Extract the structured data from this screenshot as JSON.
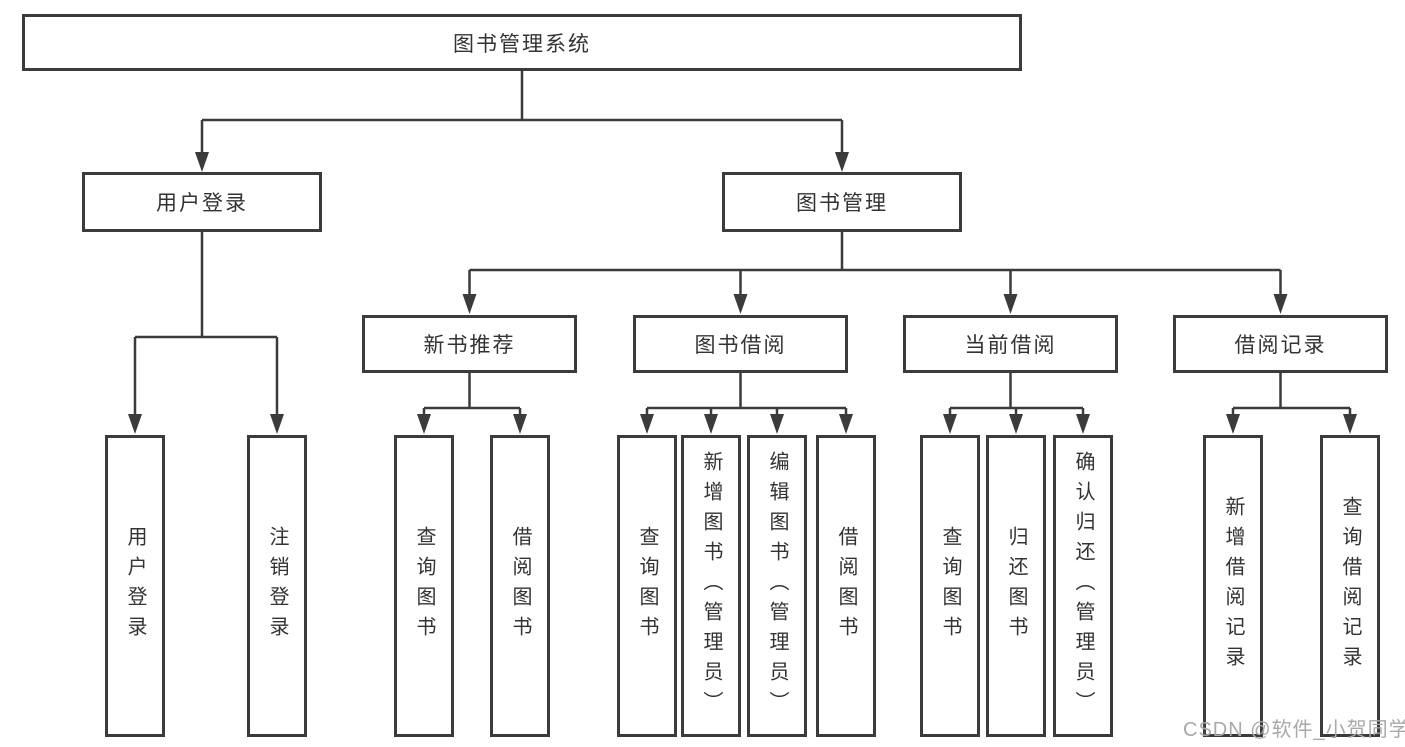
{
  "diagram": {
    "colors": {
      "line": "#3b3b3b",
      "box_border": "#3b3b3b",
      "text": "#333333",
      "background": "#ffffff",
      "watermark": "#a9a9a9"
    },
    "tree": {
      "label": "图书管理系统",
      "children": [
        {
          "label": "用户登录",
          "children": [
            {
              "label": "用户登录"
            },
            {
              "label": "注销登录"
            }
          ]
        },
        {
          "label": "图书管理",
          "children": [
            {
              "label": "新书推荐",
              "children": [
                {
                  "label": "查询图书"
                },
                {
                  "label": "借阅图书"
                }
              ]
            },
            {
              "label": "图书借阅",
              "children": [
                {
                  "label": "查询图书"
                },
                {
                  "label": "新增图书（管理员）"
                },
                {
                  "label": "编辑图书（管理员）"
                },
                {
                  "label": "借阅图书"
                }
              ]
            },
            {
              "label": "当前借阅",
              "children": [
                {
                  "label": "查询图书"
                },
                {
                  "label": "归还图书"
                },
                {
                  "label": "确认归还（管理员）"
                }
              ]
            },
            {
              "label": "借阅记录",
              "children": [
                {
                  "label": "新增借阅记录"
                },
                {
                  "label": "查询借阅记录"
                }
              ]
            }
          ]
        }
      ]
    },
    "watermark": {
      "text": "CSDN @软件_小贺同学"
    }
  }
}
